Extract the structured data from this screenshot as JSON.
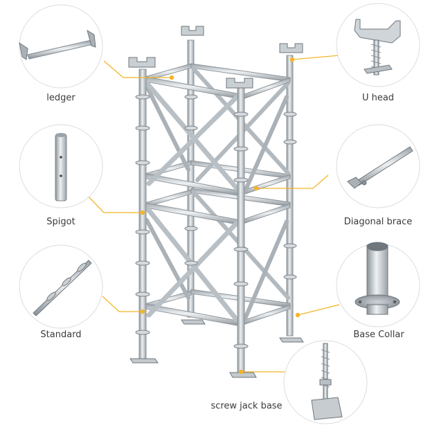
{
  "labels": {
    "ledger": "ledger",
    "u_head": "U head",
    "spigot": "Spigot",
    "diagonal_brace": "Diagonal brace",
    "standard": "Standard",
    "base_collar": "Base Collar",
    "screw_jack_base": "screw jack base"
  },
  "colors": {
    "leader": "#f4b526",
    "steel_light": "#e3e7ea",
    "steel_mid": "#b7bec4",
    "steel_dark": "#7c848b",
    "circle_stroke": "#d9d9d9"
  }
}
